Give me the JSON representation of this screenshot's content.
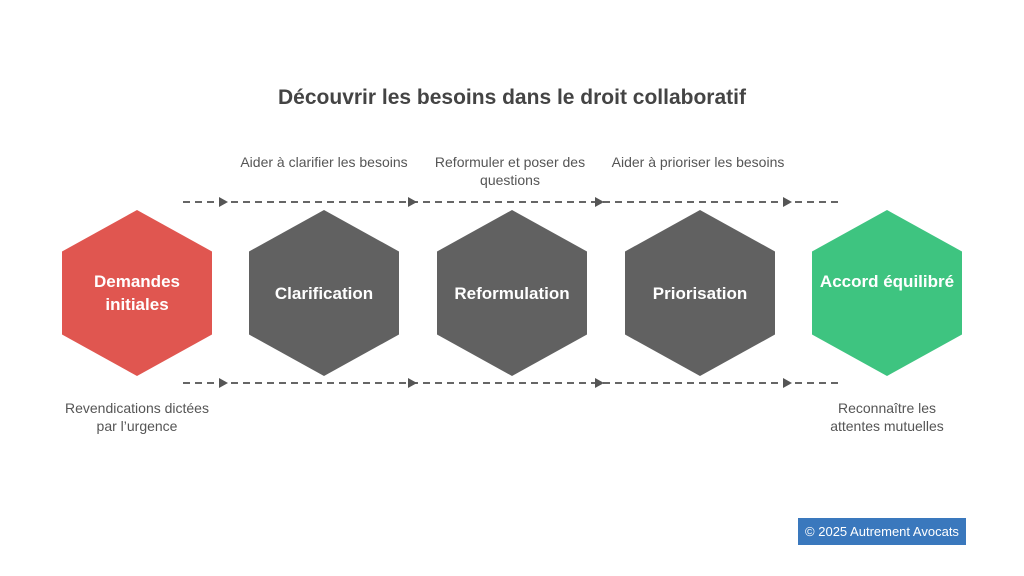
{
  "title": "Découvrir les besoins dans le droit collaboratif",
  "steps": [
    {
      "label": "Demandes initiales",
      "color": "#e05650"
    },
    {
      "label": "Clarification",
      "color": "#616161"
    },
    {
      "label": "Reformulation",
      "color": "#616161"
    },
    {
      "label": "Priorisation",
      "color": "#616161"
    },
    {
      "label": "Accord équilibré",
      "color": "#3ec480"
    }
  ],
  "top_captions": [
    "Aider à clarifier les besoins",
    "Reformuler et poser des questions",
    "Aider à prioriser les besoins"
  ],
  "bottom_captions": [
    "Revendications dictées par l’urgence",
    "Reconnaître les attentes mutuelles"
  ],
  "footer": "© 2025 Autrement Avocats"
}
